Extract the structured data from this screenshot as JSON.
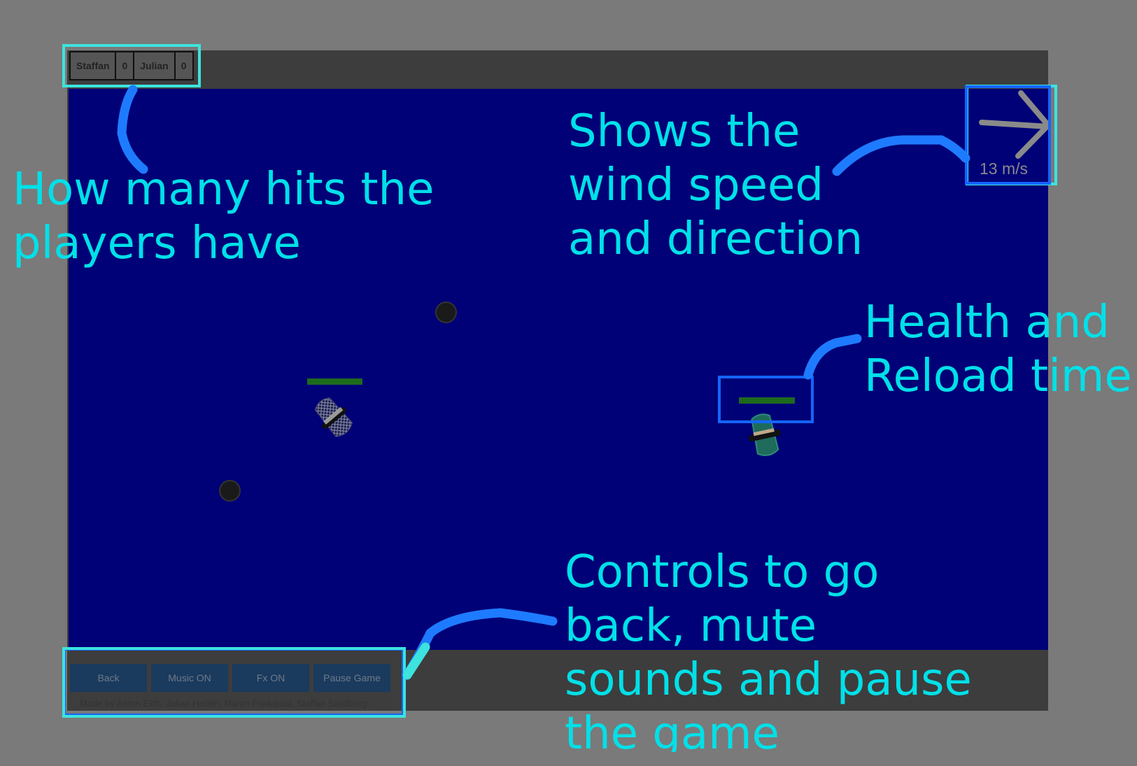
{
  "scoreboard": {
    "players": [
      {
        "name": "Staffan",
        "hits": "0"
      },
      {
        "name": "Julian",
        "hits": "0"
      }
    ]
  },
  "wind": {
    "speed_label": "13 m/s",
    "direction_icon": "wind-arrow-icon"
  },
  "controls": {
    "back_label": "Back",
    "music_label": "Music ON",
    "fx_label": "Fx ON",
    "pause_label": "Pause Game"
  },
  "credits": "Made by Anton Eldh, Julian Hedén, Martin Funkquist, Staffan Sandberg.",
  "annotations": {
    "hits": "How many hits the\nplayers have",
    "wind": "Shows the\nwind speed\nand direction",
    "health": "Health and\nReload time",
    "controls": "Controls to go\nback, mute\nsounds and pause\nthe game"
  },
  "colors": {
    "sea": "#000077",
    "frame": "#3d3d3d",
    "annotation_text": "#00e0e8",
    "highlight_cyan": "#3de3dd",
    "highlight_blue": "#1565ff",
    "health": "#1d6a1d"
  },
  "ships": [
    {
      "name": "player-1-ship",
      "health": 1.0
    },
    {
      "name": "player-2-ship",
      "health": 1.0
    }
  ]
}
